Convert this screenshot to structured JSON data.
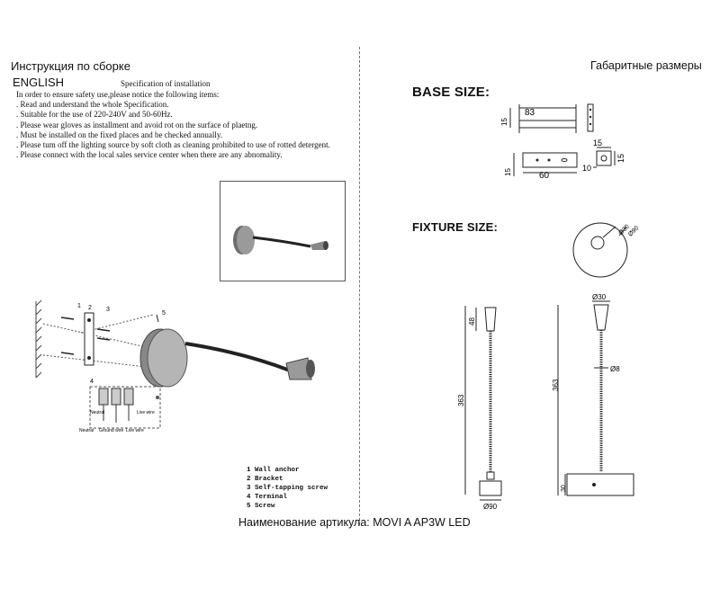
{
  "instructions": {
    "title": "Инструкция по сборке",
    "language": "ENGLISH",
    "spec_heading": "Specification of installation",
    "items": [
      "In order to ensure safety use,please notice the following items:",
      ". Read and understand the whole Specification.",
      ". Suitable for the use of 220-240V and 50-60Hz.",
      ". Please wear gloves as installment and avoid rot on the surface of plaetng.",
      ". Must be installed on the fixed places and be checked annually.",
      ". Please tum off the lighting source by soft cloth as cleaning prohibited to use of rotted detergent.",
      ". Please connect with the local sales service center when there are any abnomality."
    ]
  },
  "assembly_diagram": {
    "callouts": [
      "1",
      "2",
      "3",
      "4",
      "5"
    ],
    "wires": {
      "neutral": "Neutral",
      "live": "Live wire",
      "neutral_bottom": "Neutral",
      "ground": "Ground wire",
      "live_bottom": "Live wire"
    },
    "legend": [
      "1 Wall anchor",
      "2 Bracket",
      "3 Self-tapping screw",
      "4 Terminal",
      "5 Screw"
    ]
  },
  "dimensions": {
    "title": "Габаритные размеры",
    "base_size": {
      "title": "BASE SIZE:",
      "width": "83",
      "height_top": "15",
      "hole_spacing": "60",
      "height_front": "15",
      "side_top": "15",
      "side_right": "15",
      "side_bottom": "10"
    },
    "fixture_size": {
      "title": "FIXTURE SIZE:",
      "head_diameter": "Ø30",
      "base_diameter_top": "Ø90",
      "head_length": "48",
      "total_length": "363",
      "base_diameter_front": "Ø90",
      "head_diameter_side": "Ø30",
      "arm_diameter": "Ø8",
      "total_length_side": "363",
      "base_depth": "30"
    }
  },
  "article": "Наименование артикула: MOVI A AP3W LED"
}
